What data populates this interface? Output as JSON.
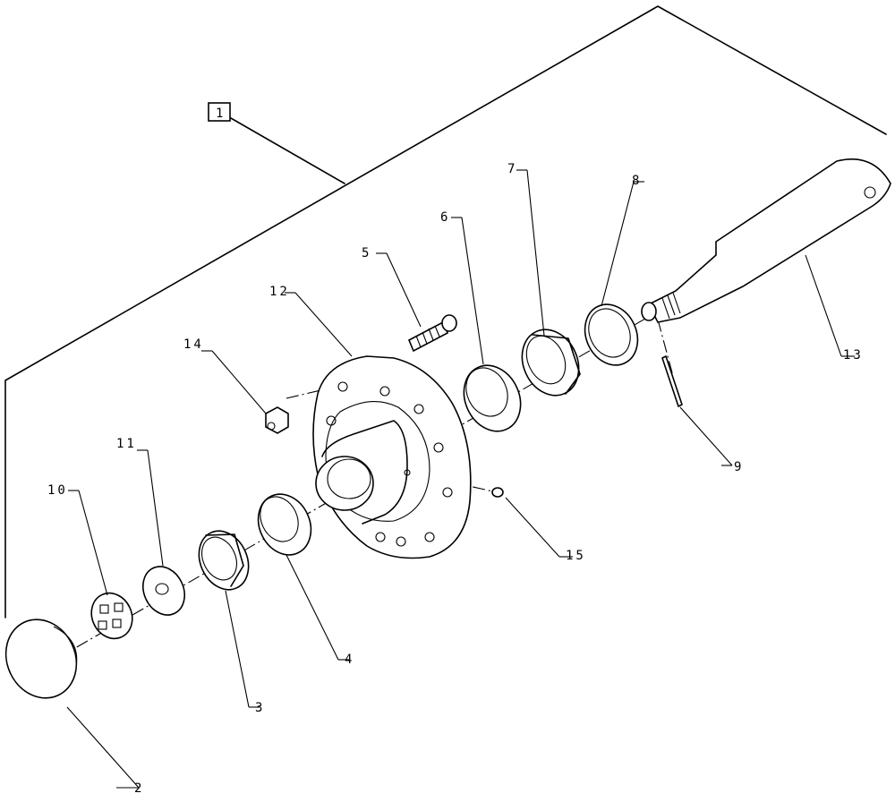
{
  "diagram": {
    "assembly_label": "1",
    "callouts": {
      "p2": "2",
      "p3": "3",
      "p4": "4",
      "p5": "5",
      "p6": "6",
      "p7": "7",
      "p8": "8",
      "p9": "9",
      "p10": "10",
      "p11": "11",
      "p12": "12",
      "p13": "13",
      "p14": "14",
      "p15": "15"
    }
  }
}
